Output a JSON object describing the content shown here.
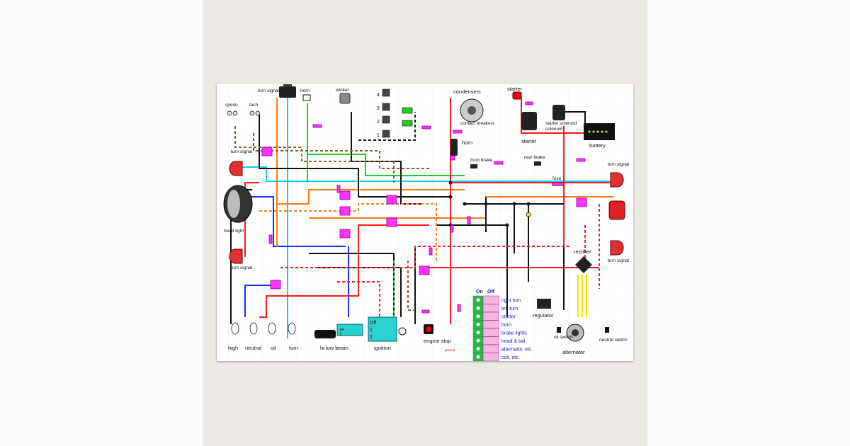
{
  "labels": {
    "turn_signal_top": "turn signal",
    "horn_top": "horn",
    "winker": "winker",
    "spedo": "spedo",
    "tach": "tach",
    "turn_signal_left": "turn signal",
    "head_light": "head light",
    "turn_signal_left_low": "turn signal",
    "high": "high",
    "neutral": "neutral",
    "oil": "oil",
    "turn": "turn",
    "hi_low_beam": "hi low beam",
    "ignition": "ignition",
    "engine_stop": "engine stop",
    "condensers": "condensers",
    "contact_breakers": "contact breakers",
    "starter_top": "starter",
    "starter": "starter",
    "starter_solenoid": "starter solenoid",
    "battery": "battery",
    "horn_mid": "horn",
    "front_brake": "front brake",
    "rear_brake": "rear brake",
    "fuse": "fuse",
    "turn_signal_right": "turn signal",
    "turn_signal_right_low": "turn signal",
    "rectifier": "rectifier",
    "regulator": "regulator",
    "alternator": "alternator",
    "oil_switch": "oil switch",
    "neutral_switch": "neutral switch",
    "ground": "ground",
    "ign_off": "Off",
    "points": [
      "4",
      "3",
      "2",
      "1"
    ]
  },
  "switch_table": {
    "header_on": "On",
    "header_off": "Off",
    "rows": [
      "right turn",
      "left turn",
      "starter",
      "horn",
      "brake lights",
      "head & tail",
      "alternator, etc.",
      "coil, etc."
    ]
  },
  "colors": {
    "table_on": "#2db84a",
    "table_off": "#f3b6e6",
    "connector": "#ff33ff",
    "red": "#ff1a1a",
    "blue": "#1530ff",
    "cyan": "#1ec8f0",
    "orange": "#ff7a1a",
    "green": "#1ccc2a",
    "brown": "#8b5a2b",
    "black": "#111111"
  }
}
